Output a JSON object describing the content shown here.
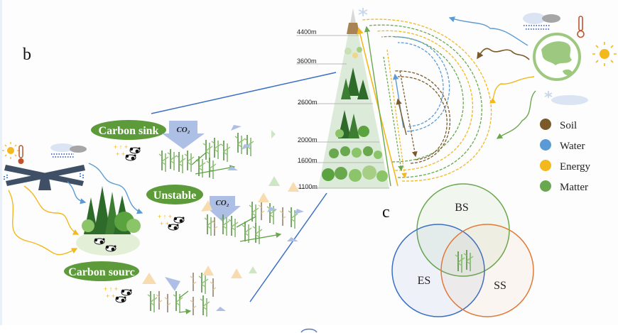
{
  "panel_labels": {
    "b": "b",
    "c": "c"
  },
  "states": [
    {
      "label": "Carbon sink"
    },
    {
      "label": "Unstable"
    },
    {
      "label": "Carbon sourc"
    }
  ],
  "co2": {
    "big": "CO₂",
    "small": "CO₂"
  },
  "elevations": [
    "4400m",
    "3600m",
    "2600m",
    "2000m",
    "1600m",
    "1100m"
  ],
  "legend": [
    {
      "label": "Soil",
      "color": "#7a5a2a"
    },
    {
      "label": "Water",
      "color": "#5b9bd5"
    },
    {
      "label": "Energy",
      "color": "#f2b81e"
    },
    {
      "label": "Matter",
      "color": "#6aa84f"
    }
  ],
  "venn": [
    {
      "label": "BS",
      "color": "#6aa84f"
    },
    {
      "label": "ES",
      "color": "#3a6fc4"
    },
    {
      "label": "SS",
      "color": "#e07a3a"
    }
  ],
  "colors": {
    "pill": "#5c9a3a",
    "pyramid": "#dcebd9",
    "dark_tree": "#2e6a2a",
    "mid_tree": "#5aa33e",
    "light_tree": "#8cc46a",
    "seesaw": "#3e4f66",
    "co2_blue": "#aebfe6",
    "co2_orange": "#f8dcb0",
    "co2_green": "#cfe6c4"
  }
}
